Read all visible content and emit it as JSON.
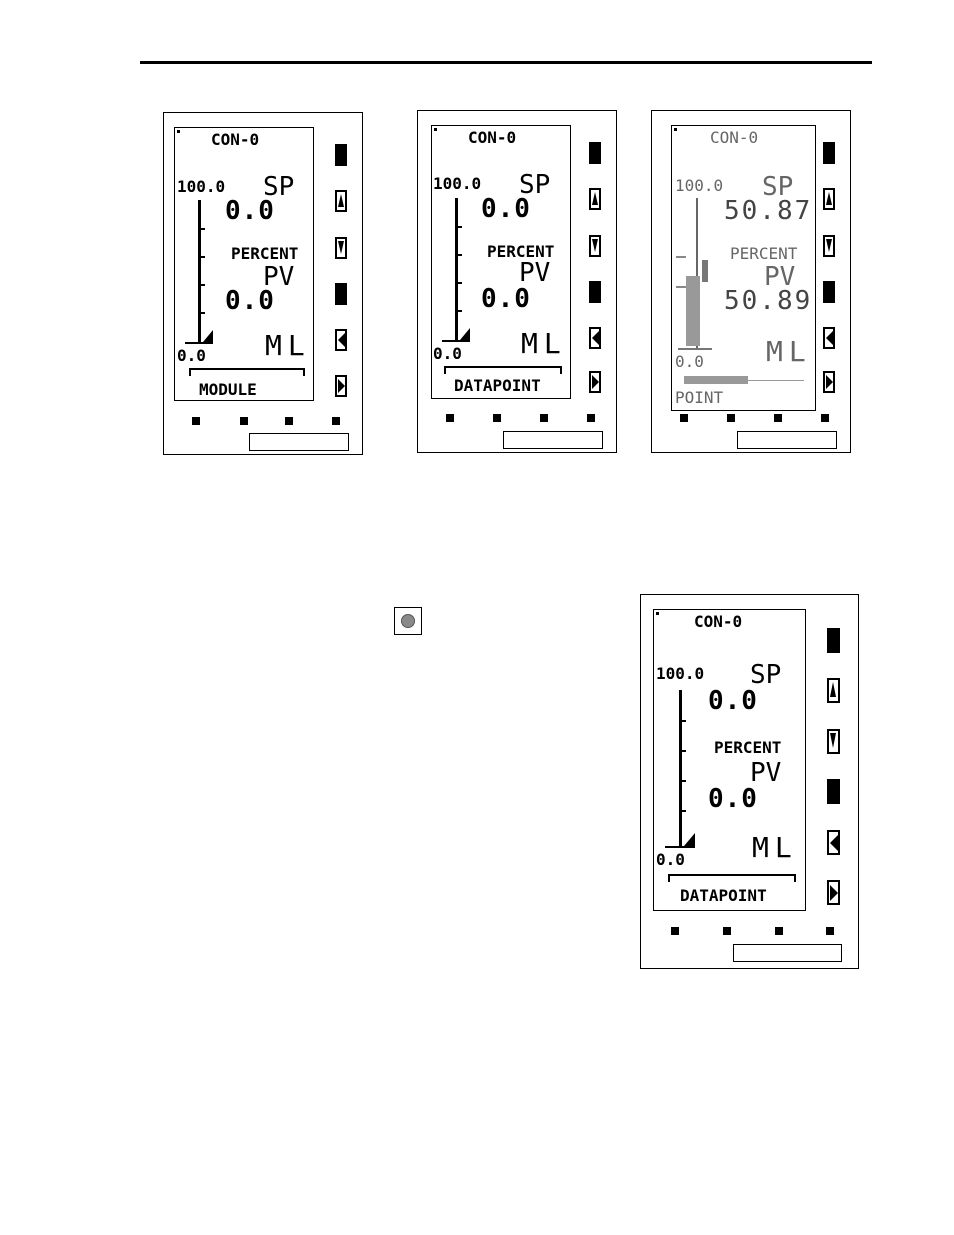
{
  "panels": [
    {
      "title": "CON-0",
      "scale_max": "100.0",
      "scale_min": "0.0",
      "sp_label": "SP",
      "sp_value": "0.0",
      "unit": "PERCENT",
      "pv_label": "PV",
      "pv_value": "0.0",
      "mode": "ML",
      "bottom_label": "MODULE"
    },
    {
      "title": "CON-0",
      "scale_max": "100.0",
      "scale_min": "0.0",
      "sp_label": "SP",
      "sp_value": "0.0",
      "unit": "PERCENT",
      "pv_label": "PV",
      "pv_value": "0.0",
      "mode": "ML",
      "bottom_label": "DATAPOINT"
    },
    {
      "title": "CON-0",
      "scale_max": "100.0",
      "scale_min": "0.0",
      "sp_label": "SP",
      "sp_value": "50.87",
      "unit": "PERCENT",
      "pv_label": "PV",
      "pv_value": "50.89",
      "mode": "ML",
      "bottom_label": "POINT"
    },
    {
      "title": "CON-0",
      "scale_max": "100.0",
      "scale_min": "0.0",
      "sp_label": "SP",
      "sp_value": "0.0",
      "unit": "PERCENT",
      "pv_label": "PV",
      "pv_value": "0.0",
      "mode": "ML",
      "bottom_label": "DATAPOINT"
    }
  ],
  "softkeys": [
    "block",
    "up-triangle",
    "down-triangle",
    "block",
    "left-triangle",
    "right-triangle"
  ],
  "icons": {
    "indicator": "led-indicator-icon"
  },
  "colors": {
    "led": "#8a8a8a"
  }
}
